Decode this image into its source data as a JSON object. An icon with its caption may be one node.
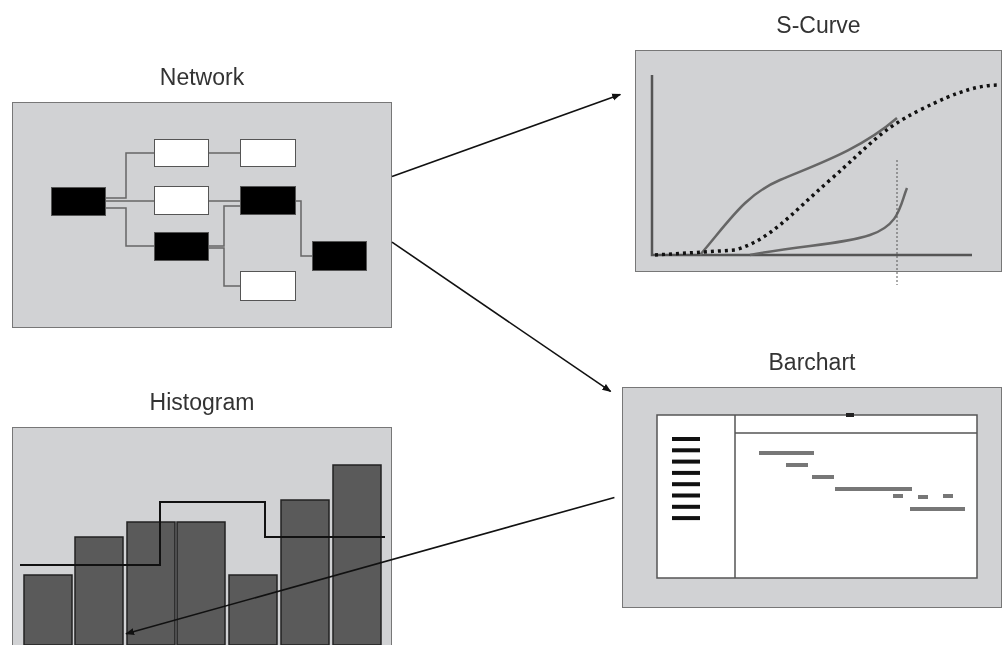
{
  "diagram": {
    "nodes": [
      {
        "text": [
          "Network"
        ]
      },
      {
        "text": [],
        "shape": "box",
        "in": 0
      },
      {
        "text": [],
        "shape": "box",
        "in": 0
      },
      {
        "text": [],
        "shape": "box",
        "in": 0
      },
      {
        "text": [],
        "shape": "box",
        "in": 0
      },
      {
        "text": [],
        "shape": "box",
        "in": 0
      },
      {
        "text": [],
        "shape": "box",
        "in": 0
      },
      {
        "text": [],
        "shape": "box",
        "in": 0
      },
      {
        "text": [],
        "shape": "box",
        "in": 0
      },
      {
        "text": [
          "S-Curve"
        ]
      },
      {
        "text": [
          "Barchart"
        ]
      },
      {
        "text": [
          "Histogram"
        ]
      }
    ],
    "edges": [
      {
        "from": 1,
        "to": 2,
        "arrow": "none"
      },
      {
        "from": 1,
        "to": 3,
        "arrow": "none"
      },
      {
        "from": 1,
        "to": 4,
        "arrow": "none"
      },
      {
        "from": 2,
        "to": 5,
        "arrow": "none"
      },
      {
        "from": 3,
        "to": 6,
        "arrow": "none"
      },
      {
        "from": 4,
        "to": 6,
        "arrow": "none"
      },
      {
        "from": 4,
        "to": 7,
        "arrow": "none"
      },
      {
        "from": 6,
        "to": 8,
        "arrow": "none"
      },
      {
        "from": 0,
        "to": 9,
        "arrow": "to"
      },
      {
        "from": 0,
        "to": 10,
        "arrow": "to"
      },
      {
        "from": 10,
        "to": 11,
        "arrow": "to"
      }
    ]
  }
}
